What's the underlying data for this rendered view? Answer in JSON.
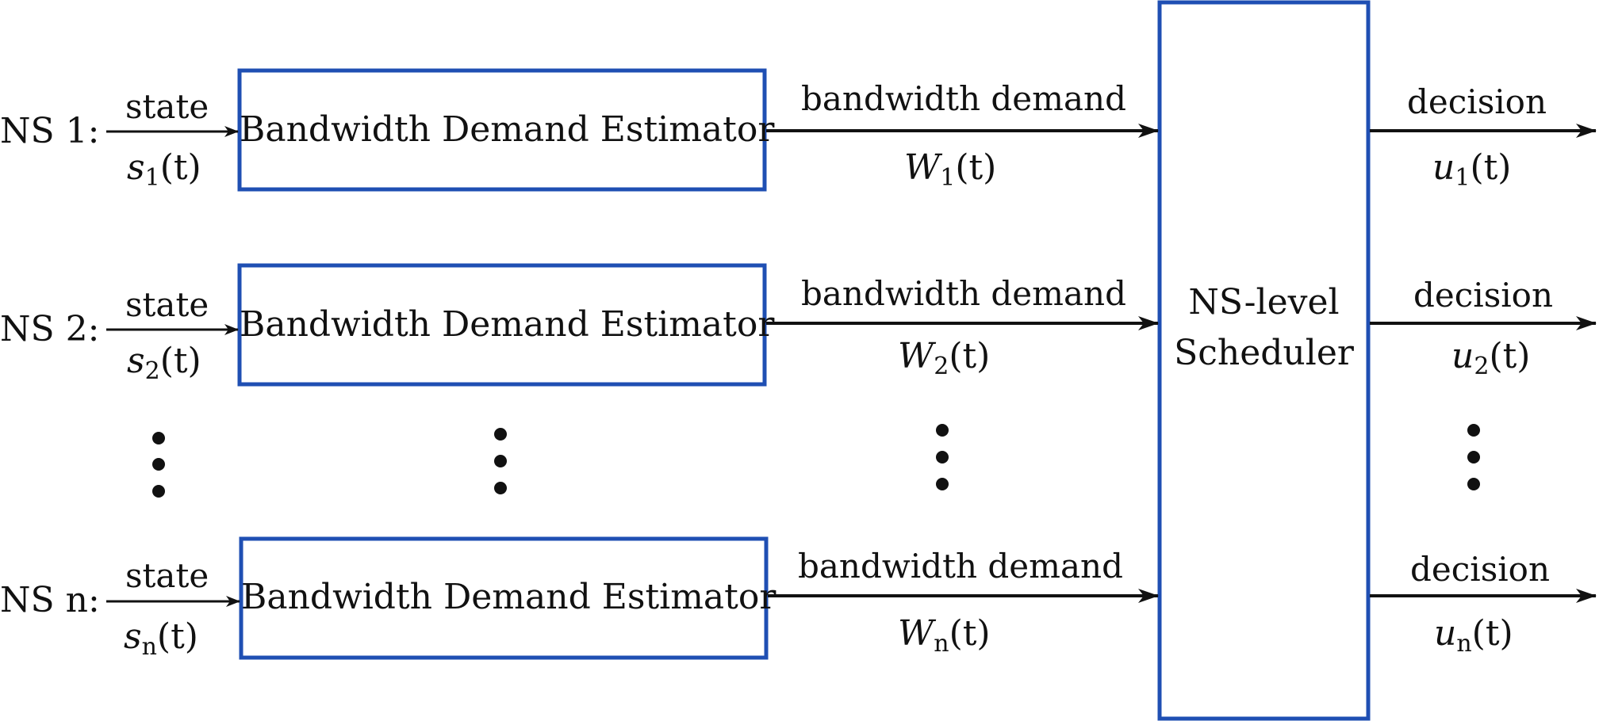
{
  "colors": {
    "box_border": "#1f4fb3",
    "arrow": "#111111",
    "text": "#111111"
  },
  "rows": [
    {
      "ns_label": "NS 1:",
      "state_label": "state",
      "state_symbol": "s",
      "state_sub": "1",
      "estimator_label": "Bandwidth Demand Estimator",
      "demand_label": "bandwidth demand",
      "demand_symbol": "W",
      "demand_sub": "1",
      "decision_label": "decision",
      "decision_symbol": "u",
      "decision_sub": "1",
      "arg": "(t)"
    },
    {
      "ns_label": "NS 2:",
      "state_label": "state",
      "state_symbol": "s",
      "state_sub": "2",
      "estimator_label": "Bandwidth Demand Estimator",
      "demand_label": "bandwidth demand",
      "demand_symbol": "W",
      "demand_sub": "2",
      "decision_label": "decision",
      "decision_symbol": "u",
      "decision_sub": "2",
      "arg": "(t)"
    },
    {
      "ns_label": "NS n:",
      "state_label": "state",
      "state_symbol": "s",
      "state_sub": "n",
      "estimator_label": "Bandwidth Demand Estimator",
      "demand_label": "bandwidth demand",
      "demand_symbol": "W",
      "demand_sub": "n",
      "decision_label": "decision",
      "decision_symbol": "u",
      "decision_sub": "n",
      "arg": "(t)"
    }
  ],
  "scheduler": {
    "line1": "NS-level",
    "line2": "Scheduler"
  }
}
